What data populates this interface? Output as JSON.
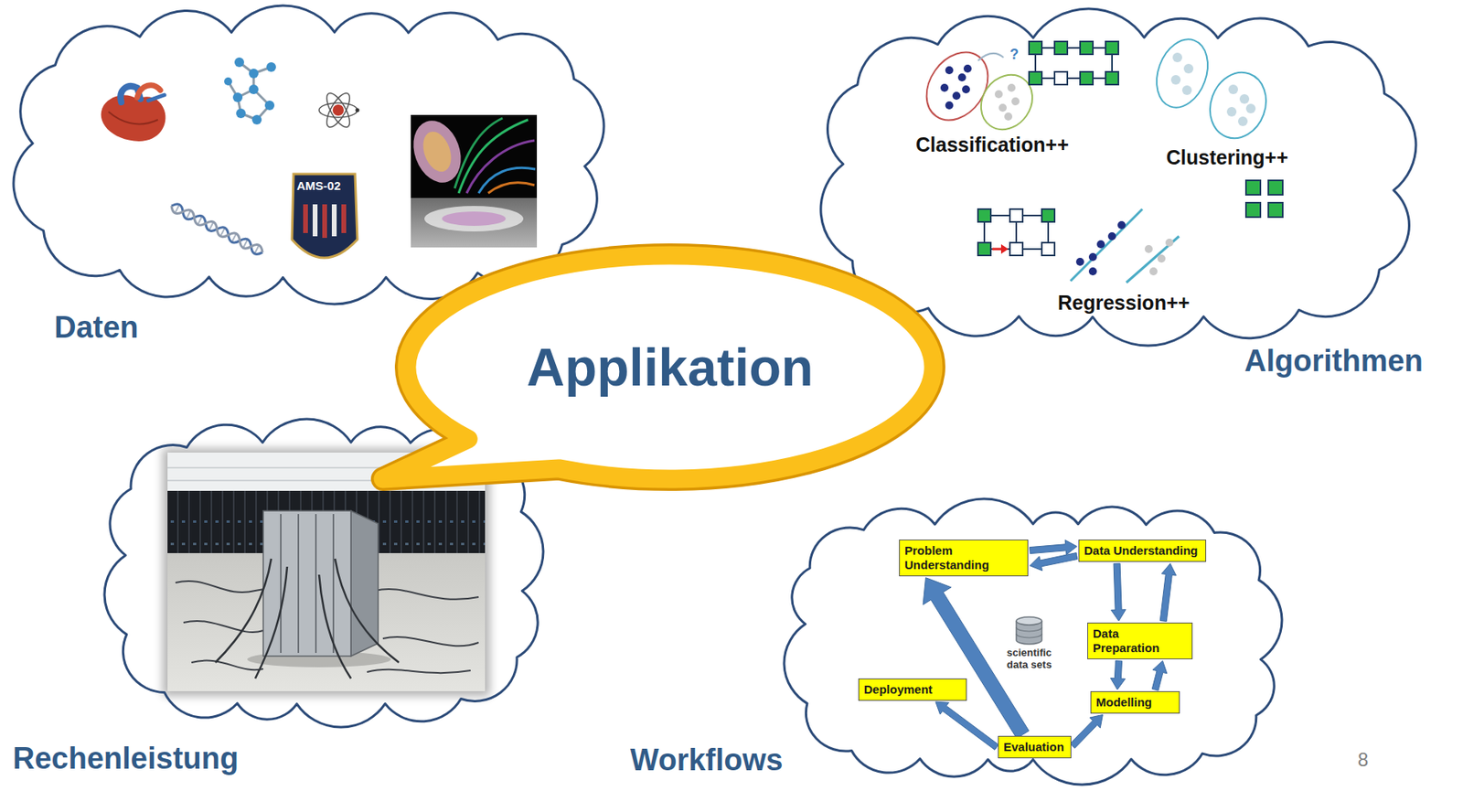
{
  "diagram": {
    "nodes": [
      {
        "text": [
          "Daten"
        ]
      },
      {
        "text": [
          "Classification++",
          "Clustering++",
          "Regression++",
          "Algorithmen"
        ]
      },
      {
        "text": [
          "Applikation"
        ]
      },
      {
        "text": [
          "Rechenleistung"
        ]
      },
      {
        "text": [
          "Workflows"
        ]
      },
      {
        "text": [
          "Problem Understanding"
        ],
        "in": 4
      },
      {
        "text": [
          "Data Understanding"
        ],
        "in": 4
      },
      {
        "text": [
          "Data Preparation"
        ],
        "in": 4
      },
      {
        "text": [
          "Deployment"
        ],
        "in": 4
      },
      {
        "text": [
          "Modelling"
        ],
        "in": 4
      },
      {
        "text": [
          "Evaluation"
        ],
        "in": 4
      }
    ],
    "edges": [
      {
        "from": 5,
        "to": 6,
        "arrow": "to"
      },
      {
        "from": 6,
        "to": 5,
        "arrow": "to"
      },
      {
        "from": 6,
        "to": 7,
        "arrow": "to"
      },
      {
        "from": 7,
        "to": 6,
        "arrow": "to"
      },
      {
        "from": 7,
        "to": 9,
        "arrow": "to"
      },
      {
        "from": 9,
        "to": 7,
        "arrow": "to"
      },
      {
        "from": 10,
        "to": 9,
        "arrow": "to"
      },
      {
        "from": 10,
        "to": 8,
        "arrow": "to"
      },
      {
        "from": 10,
        "to": 5,
        "arrow": "to"
      }
    ],
    "labels": [
      "AMS-02",
      "?",
      "scientific data sets",
      "8"
    ]
  }
}
